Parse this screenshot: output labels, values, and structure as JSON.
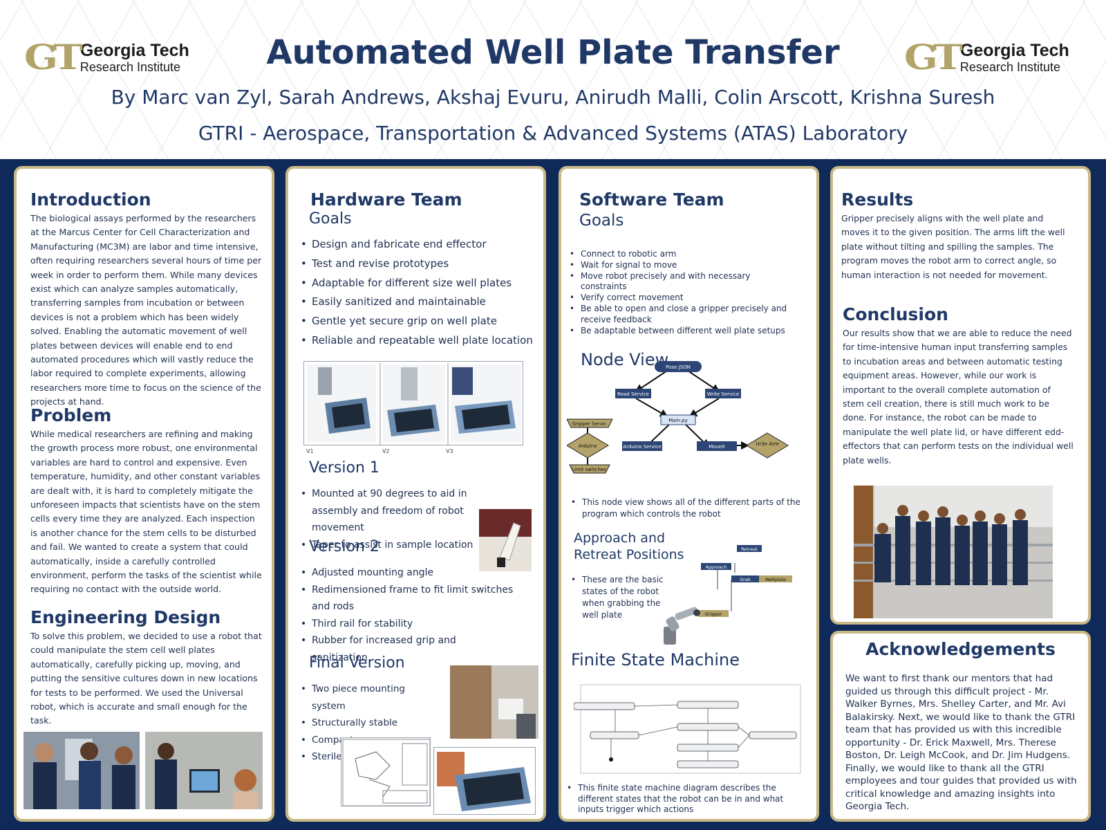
{
  "header": {
    "logo_line1": "Georgia Tech",
    "logo_line2": "Research Institute",
    "logo_mark": "GT",
    "title": "Automated Well Plate Transfer",
    "authors": "By Marc van Zyl, Sarah Andrews, Akshaj Evuru, Anirudh Malli, Colin Arscott, Krishna Suresh",
    "lab": "GTRI - Aerospace, Transportation & Advanced Systems (ATAS) Laboratory"
  },
  "intro": {
    "heading": "Introduction",
    "text": "The biological assays performed by the researchers at the Marcus Center for Cell Characterization and Manufacturing (MC3M) are labor and time intensive, often requiring researchers several hours of time per week in order to perform them. While many devices exist which can analyze samples automatically, transferring samples from incubation or between devices is not a problem which has been widely solved. Enabling the automatic movement of well plates between devices will enable end to end automated procedures which will vastly reduce the labor required to complete experiments, allowing researchers more time to focus on the science of the projects at hand."
  },
  "problem": {
    "heading": "Problem",
    "text": "While medical researchers are refining and making the growth process more robust, one environmental variables are hard to control and expensive. Even temperature, humidity, and other constant variables are dealt with, it is hard to completely mitigate the unforeseen impacts that scientists have on the stem cells every time they are analyzed. Each inspection is another chance for the stem cells to be disturbed and fail. We wanted to create a system that could automatically, inside a carefully controlled environment, perform the tasks of the scientist while requiring no contact with the outside world."
  },
  "engineering": {
    "heading": "Engineering Design",
    "text": "To solve this problem, we decided to use a robot that could manipulate the stem cell well plates automatically, carefully picking up, moving, and putting the sensitive cultures down in new locations for tests to be performed. We used the Universal robot, which is accurate and small enough for the task."
  },
  "hardware": {
    "heading": "Hardware Team",
    "goals_heading": "Goals",
    "goals": [
      "Design and fabricate end effector",
      "Test and revise prototypes",
      "Adaptable for different size well plates",
      "Easily sanitized and maintainable",
      "Gentle yet secure grip on well plate",
      "Reliable and repeatable well plate location"
    ],
    "proto_labels": [
      "V1",
      "V2",
      "V3"
    ],
    "v1_heading": "Version  1",
    "v1": [
      "Mounted at 90 degrees to aid in assembly and freedom of robot movement",
      "Taper to assist in sample location"
    ],
    "v2_heading": "Version 2",
    "v2": [
      "Adjusted mounting angle",
      "Redimensioned frame to fit limit switches and rods",
      "Third rail for stability",
      "Rubber for increased grip and sanitization"
    ],
    "final_heading": "Final Version",
    "final": [
      "Two piece mounting system",
      "Structurally stable",
      "Compact",
      "Sterile"
    ]
  },
  "software": {
    "heading": "Software Team",
    "goals_heading": "Goals",
    "goals": [
      "Connect to robotic arm",
      "Wait for signal to move",
      "Move robot precisely and with necessary constraints",
      "Verify correct movement",
      "Be able to open and close a gripper precisely and receive feedback",
      "Be adaptable between different well plate setups"
    ],
    "node_heading": "Node View",
    "nodes": {
      "pose": "Pose JSON",
      "read": "Read Service",
      "write": "Write Service",
      "main": "Main.py",
      "gripper": "Gripper Servo",
      "arduino": "Arduino",
      "arduino_service": "Arduino Service",
      "moveit": "MoveIt",
      "ur3e": "Ur3e Arm",
      "limit": "Limit switches"
    },
    "node_note": "This node view shows all of the different parts of the program which controls the robot",
    "approach_heading": "Approach and Retreat Positions",
    "approach_labels": {
      "retreat": "Retreat",
      "approach": "Approach",
      "grab": "Grab",
      "wellplate": "Wellplate",
      "gripper": "Gripper"
    },
    "approach_note": "These are the basic states of the robot when grabbing the well plate",
    "fsm_heading": "Finite State Machine",
    "fsm_note": "This finite state machine diagram describes the different states that the robot can be in and what inputs trigger which actions"
  },
  "results": {
    "heading": "Results",
    "text": "Gripper precisely aligns with the well plate and moves it to the given position. The arms lift the well plate without tilting and spilling the samples. The program moves the robot arm to  correct angle, so human interaction is not needed for movement."
  },
  "conclusion": {
    "heading": "Conclusion",
    "text": "Our results show that we are able to reduce the need for time-intensive human input transferring samples to incubation areas and between automatic testing equipment areas. However, while our work is important to the overall complete automation of stem cell creation, there is still much work to be done. For instance, the robot can be made to manipulate the well plate lid, or have different edd-effectors that can perform tests on the individual well plate wells."
  },
  "ack": {
    "heading": "Acknowledgements",
    "text": "We want to first thank our mentors that had guided us through this difficult project - Mr. Walker Byrnes, Mrs. Shelley Carter, and Mr. Avi Balakirsky. Next, we would like to thank the GTRI team that has provided us with this incredible opportunity - Dr. Erick Maxwell, Mrs. Therese Boston, Dr. Leigh McCook, and Dr. Jim Hudgens. Finally, we would like to thank all the GTRI employees and tour guides that provided us with critical knowledge and amazing insights into Georgia Tech."
  },
  "colors": {
    "navy": "#0f2a59",
    "gold": "#b3a369",
    "title": "#1f3866"
  }
}
